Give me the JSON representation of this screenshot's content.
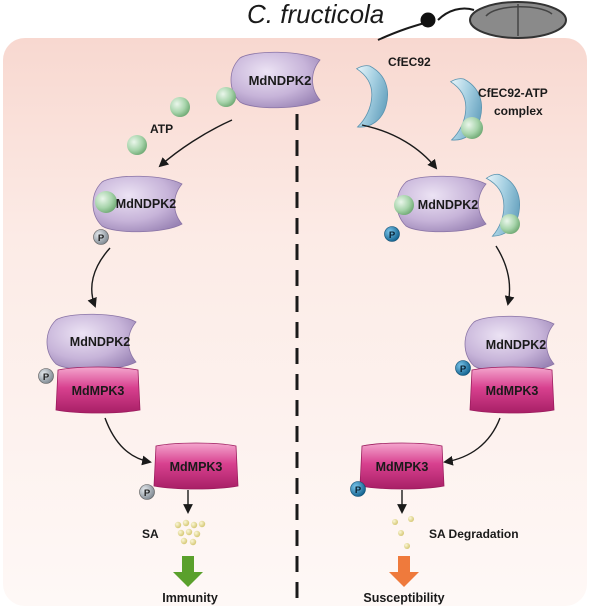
{
  "organism": "C. fructicola",
  "effector": "CfEC92",
  "complex": {
    "line1": "CfEC92-ATP",
    "line2": "complex"
  },
  "atp": "ATP",
  "phospho": "P",
  "left": {
    "ndpk_top": "MdNDPK2",
    "ndpk_bound": "MdNDPK2",
    "ndpk_pair": "MdNDPK2",
    "mpk_pair": "MdMPK3",
    "mpk_free": "MdMPK3",
    "sa": "SA",
    "outcome": "Immunity"
  },
  "right": {
    "ndpk_bound": "MdNDPK2",
    "ndpk_pair": "MdNDPK2",
    "mpk_pair": "MdMPK3",
    "mpk_free": "MdMPK3",
    "sa": "SA Degradation",
    "outcome": "Susceptibility"
  },
  "colors": {
    "panel_top": "#f9ddd6",
    "panel_bottom": "#fef6f3",
    "ndpk_fill": "#c9b8da",
    "mpk_fill": "#d63b8f",
    "effector_fill": "#a9d2e3",
    "atp_fill": "#a9d6ad",
    "p_grey": "#9aa3aa",
    "p_blue": "#1b7fb4",
    "immunity_arrow": "#5aa02c",
    "susceptibility_arrow": "#ef7a3c",
    "sa_dot": "#ece29a"
  }
}
